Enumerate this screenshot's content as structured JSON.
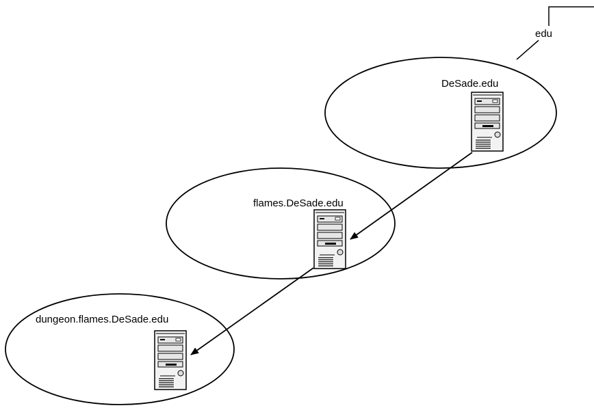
{
  "diagram": {
    "root_label": "edu",
    "zones": [
      {
        "name": "DeSade.edu"
      },
      {
        "name": "flames.DeSade.edu"
      },
      {
        "name": "dungeon.flames.DeSade.edu"
      }
    ]
  }
}
